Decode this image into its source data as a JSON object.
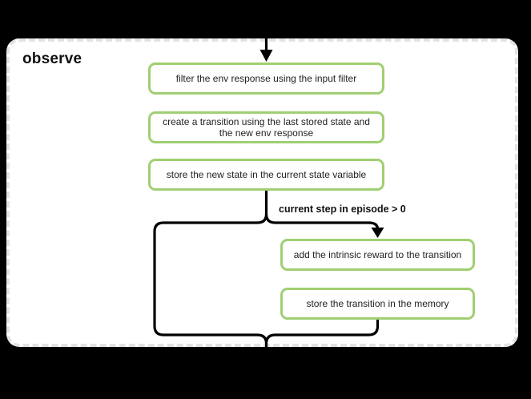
{
  "title": "observe",
  "colors": {
    "background": "#000000",
    "panel": "#ffffff",
    "panel_border": "#e3e3e3",
    "node_border": "#a0cf72",
    "line": "#000000",
    "text": "#222222"
  },
  "flowchart": {
    "nodes": [
      {
        "id": "filter-env-response",
        "label": "filter the env response using the input filter"
      },
      {
        "id": "create-transition",
        "label": "create a transition using the last stored state and the new env response"
      },
      {
        "id": "store-new-state",
        "label": "store the new state in the current state variable"
      },
      {
        "id": "add-intrinsic-reward",
        "label": "add the intrinsic reward to the transition"
      },
      {
        "id": "store-transition",
        "label": "store the transition in the memory"
      }
    ],
    "condition_label": "current step in episode > 0"
  }
}
